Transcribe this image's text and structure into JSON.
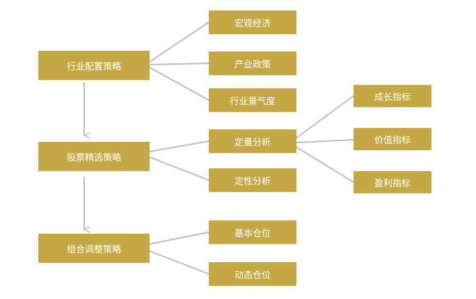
{
  "colors": {
    "node_fill": "#C4A843",
    "node_text": "#FFFFFF",
    "connector": "#BDBDBD",
    "background": "#FFFFFF"
  },
  "strategies": [
    {
      "label": "行业配置策略",
      "children": [
        {
          "label": "宏观经济"
        },
        {
          "label": "产业政策"
        },
        {
          "label": "行业景气度"
        }
      ]
    },
    {
      "label": "股票精选策略",
      "children": [
        {
          "label": "定量分析",
          "children": [
            {
              "label": "成长指标"
            },
            {
              "label": "价值指标"
            },
            {
              "label": "盈利指标"
            }
          ]
        },
        {
          "label": "定性分析"
        }
      ]
    },
    {
      "label": "组合调整策略",
      "children": [
        {
          "label": "基本仓位"
        },
        {
          "label": "动态仓位"
        }
      ]
    }
  ]
}
